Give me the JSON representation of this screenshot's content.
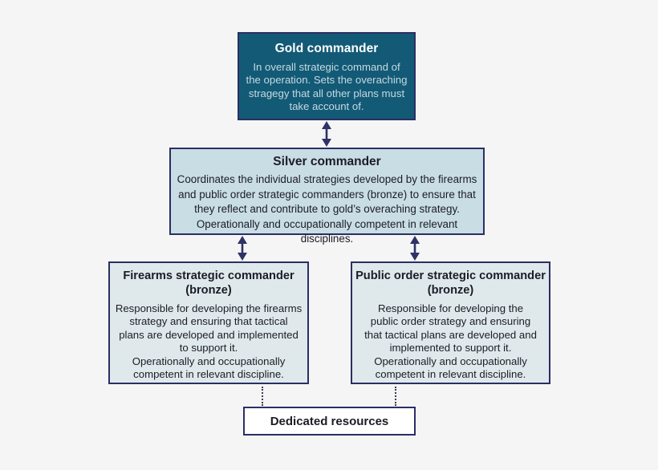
{
  "palette": {
    "background": "#f5f5f6",
    "box_border": "#2b2f63",
    "gold_fill": "#135a76",
    "gold_title_color": "#ffffff",
    "gold_body_color": "#c5d9e2",
    "silver_fill": "#c9dde5",
    "bronze_fill": "#dfe9ec",
    "resources_fill": "#ffffff",
    "text_color": "#1c1c26",
    "arrow_color": "#2e3266"
  },
  "nodes": {
    "gold": {
      "title": "Gold commander",
      "body": "In overall strategic command of\nthe operation. Sets the overaching\nstragegy that all other plans must\ntake account of."
    },
    "silver": {
      "title": "Silver commander",
      "body": "Coordinates the individual strategies developed by the firearms\nand public order strategic commanders (bronze) to ensure that\nthey reflect and contribute to gold’s overaching strategy.\nOperationally and occupationally competent in relevant disciplines."
    },
    "firearms": {
      "title": "Firearms strategic commander\n(bronze)",
      "body": "Responsible for developing the firearms\nstrategy and ensuring that tactical\nplans are developed and implemented\nto support it.\nOperationally and occupationally\ncompetent in relevant discipline."
    },
    "public_order": {
      "title": "Public order strategic commander\n(bronze)",
      "body": "Responsible for developing the\npublic order strategy and ensuring\nthat tactical plans are developed and\nimplemented to support it.\nOperationally and occupationally\ncompetent in relevant discipline."
    },
    "resources": {
      "title": "Dedicated resources"
    }
  },
  "connectors": {
    "gold_silver": "double-arrow",
    "silver_firearms": "double-arrow",
    "silver_public_order": "double-arrow",
    "firearms_resources": "dotted-line",
    "public_order_resources": "dotted-line"
  }
}
